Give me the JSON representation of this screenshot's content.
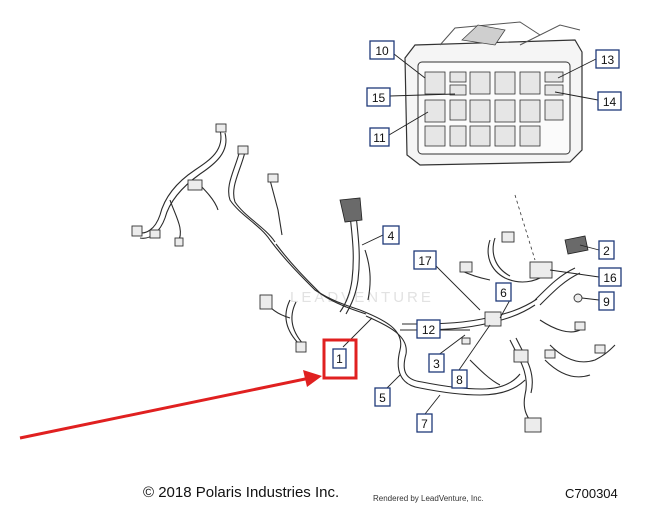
{
  "callouts": [
    "1",
    "2",
    "3",
    "4",
    "5",
    "6",
    "7",
    "8",
    "9",
    "10",
    "11",
    "12",
    "13",
    "14",
    "15",
    "16",
    "17"
  ],
  "watermark": "LEADVENTURE",
  "footer": {
    "copyright": "© 2018 Polaris Industries Inc.",
    "rendered_by": "Rendered by LeadVenture, Inc.",
    "diagram_code": "C700304"
  },
  "colors": {
    "highlight": "#e02020",
    "callout_border": "#1f3a7a",
    "line": "#2b2b2b"
  }
}
